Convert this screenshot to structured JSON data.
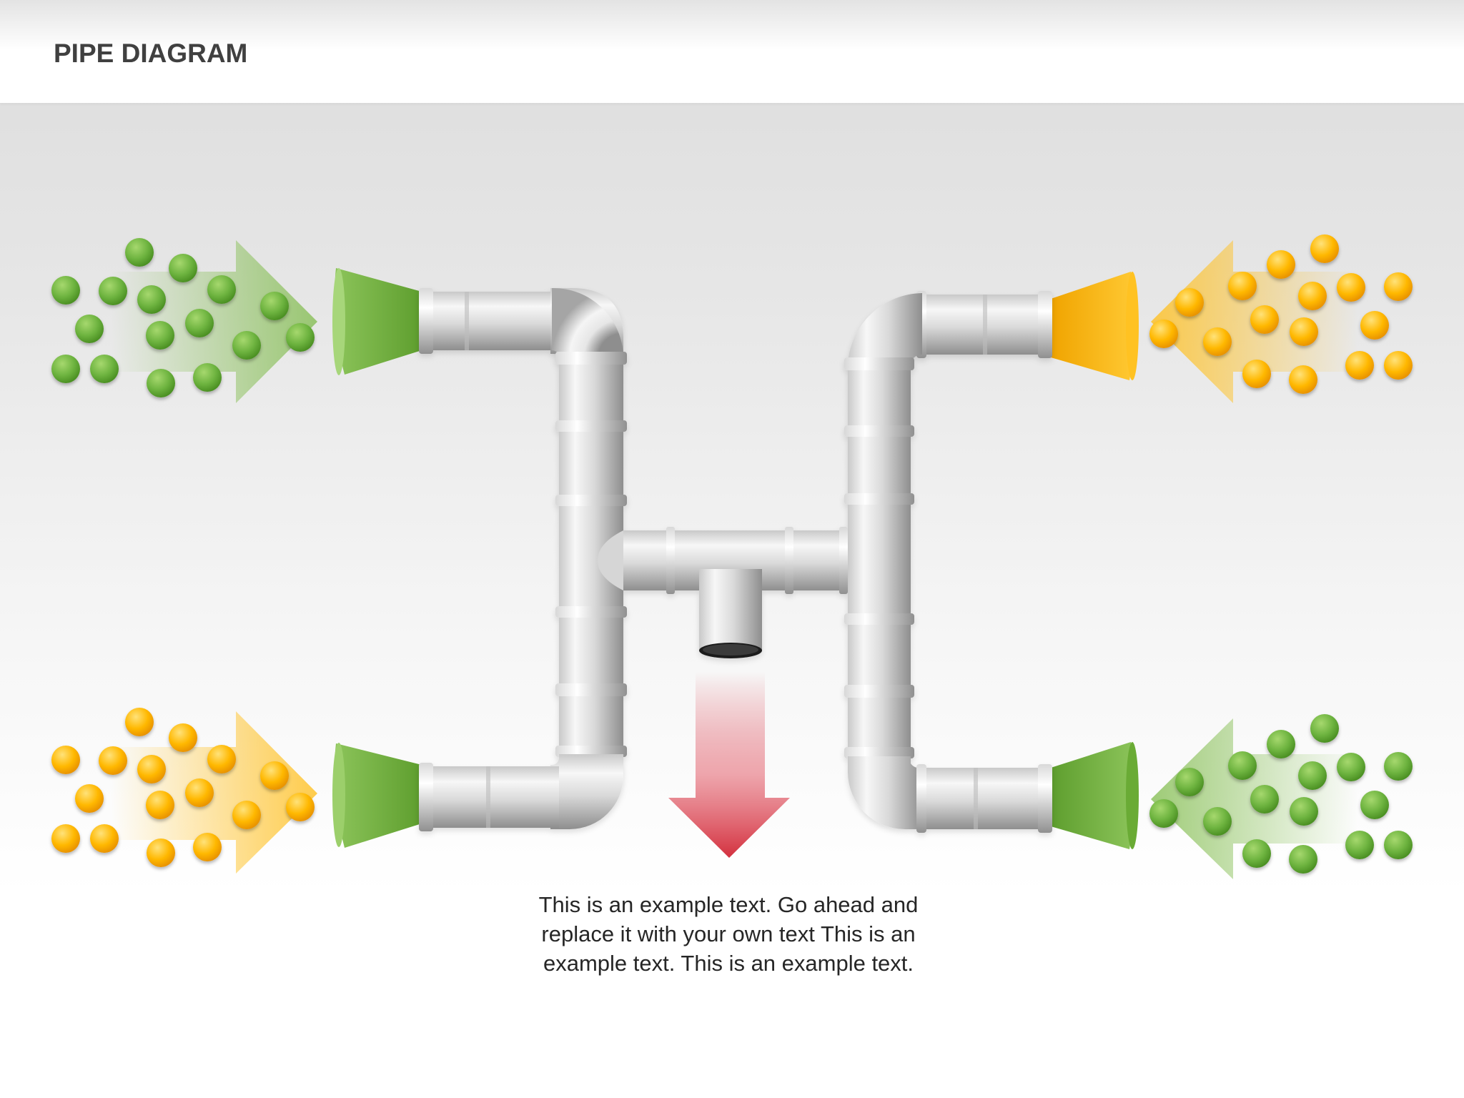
{
  "title": "PIPE DIAGRAM",
  "caption": "This is an example text. Go ahead and replace it with your own text This is an example text. This is an example text.",
  "colors": {
    "green": "#6db33f",
    "green_dark": "#4a8f22",
    "orange": "#ffb800",
    "orange_dark": "#e89200",
    "pipe_light": "#f7f7f7",
    "pipe_dark": "#8e8e8e",
    "output_arrow": "#d94452"
  },
  "inputs": [
    {
      "position": "top-left",
      "color": "green",
      "direction": "right"
    },
    {
      "position": "bottom-left",
      "color": "orange",
      "direction": "right"
    },
    {
      "position": "top-right",
      "color": "orange",
      "direction": "left"
    },
    {
      "position": "bottom-right",
      "color": "green",
      "direction": "left"
    }
  ]
}
